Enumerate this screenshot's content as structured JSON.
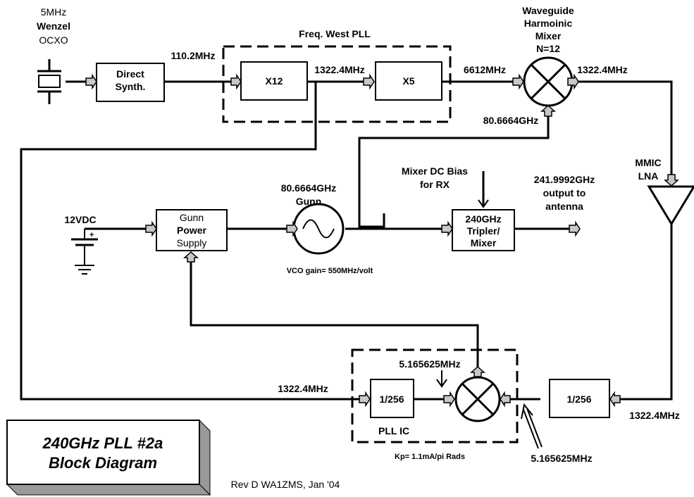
{
  "oscillator": {
    "freq": "5MHz",
    "brand": "Wenzel",
    "type": "OCXO"
  },
  "direct_synth": {
    "line1": "Direct",
    "line2": "Synth."
  },
  "f_110": "110.2MHz",
  "freq_west": {
    "title": "Freq. West PLL",
    "x12": "X12",
    "x5": "X5",
    "f_1322": "1322.4MHz"
  },
  "f_6612": "6612MHz",
  "mixer": {
    "line1": "Waveguide",
    "line2": "Harmoinic",
    "line3": "Mixer",
    "line4": "N=12",
    "out": "1322.4MHz",
    "lo": "80.6664GHz"
  },
  "mmic": {
    "line1": "MMIC",
    "line2": "LNA"
  },
  "supply": {
    "voltage": "12VDC"
  },
  "gunn_supply": {
    "line1": "Gunn",
    "line2": "Power",
    "line3": "Supply"
  },
  "gunn": {
    "freq": "80.6664GHz",
    "name": "Gunn",
    "vco_gain": "VCO gain= 550MHz/volt"
  },
  "bias": {
    "line1": "Mixer DC Bias",
    "line2": "for RX"
  },
  "tripler": {
    "line1": "240GHz",
    "line2": "Tripler/",
    "line3": "Mixer"
  },
  "output": {
    "line1": "241.9992GHz",
    "line2": "output to",
    "line3": "antenna"
  },
  "pll_ic": {
    "label": "PLL IC",
    "div1": "1/256",
    "div2": "1/256",
    "ref_top": "5.165625MHz",
    "kp": "Kp= 1.1mA/pi Rads"
  },
  "f_1322_left": "1322.4MHz",
  "f_1322_right": "1322.4MHz",
  "ref_bottom": "5.165625MHz",
  "title_box": {
    "line1": "240GHz PLL #2a",
    "line2": "Block Diagram"
  },
  "rev": "Rev D WA1ZMS, Jan '04"
}
